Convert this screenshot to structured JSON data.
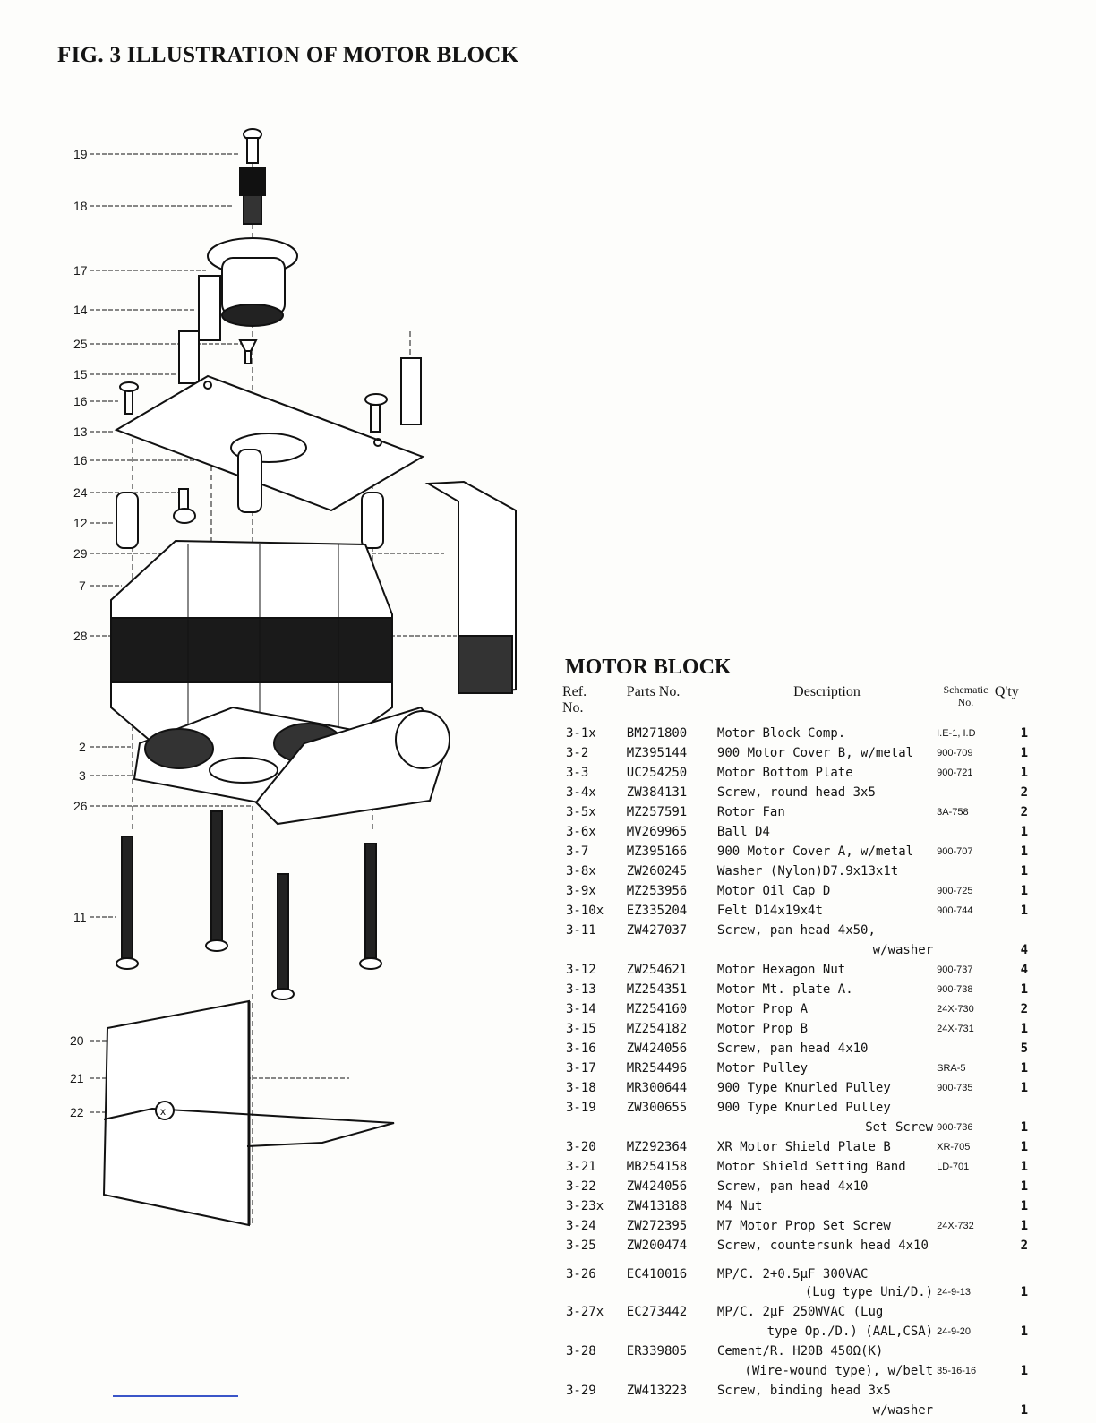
{
  "figure_title": "FIG. 3   ILLUSTRATION OF MOTOR BLOCK",
  "callouts": [
    "19",
    "18",
    "17",
    "14",
    "25",
    "15",
    "16",
    "13",
    "16",
    "24",
    "12",
    "29",
    "7",
    "28",
    "2",
    "3",
    "26",
    "11",
    "20",
    "21",
    "22"
  ],
  "parts_list": {
    "title": "MOTOR BLOCK",
    "headers": {
      "ref": "Ref.\nNo.",
      "parts_no": "Parts No.",
      "description": "Description",
      "schematic": "Schematic\nNo.",
      "qty": "Q'ty"
    },
    "rows": [
      {
        "ref": "3-1x",
        "parts_no": "BM271800",
        "description": "Motor Block Comp.",
        "schematic": "I.E-1, I.D",
        "qty": "1"
      },
      {
        "ref": "3-2",
        "parts_no": "MZ395144",
        "description": "900 Motor Cover B, w/metal",
        "schematic": "900-709",
        "qty": "1"
      },
      {
        "ref": "3-3",
        "parts_no": "UC254250",
        "description": "Motor Bottom Plate",
        "schematic": "900-721",
        "qty": "1"
      },
      {
        "ref": "3-4x",
        "parts_no": "ZW384131",
        "description": "Screw, round head 3x5",
        "schematic": "",
        "qty": "2"
      },
      {
        "ref": "3-5x",
        "parts_no": "MZ257591",
        "description": "Rotor Fan",
        "schematic": "3A-758",
        "qty": "2"
      },
      {
        "ref": "3-6x",
        "parts_no": "MV269965",
        "description": "Ball D4",
        "schematic": "",
        "qty": "1"
      },
      {
        "ref": "3-7",
        "parts_no": "MZ395166",
        "description": "900 Motor Cover A, w/metal",
        "schematic": "900-707",
        "qty": "1"
      },
      {
        "ref": "3-8x",
        "parts_no": "ZW260245",
        "description": "Washer (Nylon)D7.9x13x1t",
        "schematic": "",
        "qty": "1"
      },
      {
        "ref": "3-9x",
        "parts_no": "MZ253956",
        "description": "Motor Oil Cap D",
        "schematic": "900-725",
        "qty": "1"
      },
      {
        "ref": "3-10x",
        "parts_no": "EZ335204",
        "description": "Felt D14x19x4t",
        "schematic": "900-744",
        "qty": "1"
      },
      {
        "ref": "3-11",
        "parts_no": "ZW427037",
        "description": "Screw, pan head 4x50,",
        "schematic": "",
        "qty": "",
        "cont": "w/washer",
        "cont_schematic": "",
        "cont_qty": "4"
      },
      {
        "ref": "3-12",
        "parts_no": "ZW254621",
        "description": "Motor Hexagon Nut",
        "schematic": "900-737",
        "qty": "4"
      },
      {
        "ref": "3-13",
        "parts_no": "MZ254351",
        "description": "Motor Mt. plate A.",
        "schematic": "900-738",
        "qty": "1"
      },
      {
        "ref": "3-14",
        "parts_no": "MZ254160",
        "description": "Motor Prop A",
        "schematic": "24X-730",
        "qty": "2"
      },
      {
        "ref": "3-15",
        "parts_no": "MZ254182",
        "description": "Motor Prop B",
        "schematic": "24X-731",
        "qty": "1"
      },
      {
        "ref": "3-16",
        "parts_no": "ZW424056",
        "description": "Screw, pan head 4x10",
        "schematic": "",
        "qty": "5"
      },
      {
        "ref": "3-17",
        "parts_no": "MR254496",
        "description": "Motor Pulley",
        "schematic": "SRA-5",
        "qty": "1"
      },
      {
        "ref": "3-18",
        "parts_no": "MR300644",
        "description": "900 Type Knurled Pulley",
        "schematic": "900-735",
        "qty": "1"
      },
      {
        "ref": "3-19",
        "parts_no": "ZW300655",
        "description": "900 Type Knurled Pulley",
        "schematic": "",
        "qty": "",
        "cont": "Set Screw",
        "cont_schematic": "900-736",
        "cont_qty": "1"
      },
      {
        "ref": "3-20",
        "parts_no": "MZ292364",
        "description": "XR Motor Shield Plate B",
        "schematic": "XR-705",
        "qty": "1"
      },
      {
        "ref": "3-21",
        "parts_no": "MB254158",
        "description": "Motor Shield Setting Band",
        "schematic": "LD-701",
        "qty": "1"
      },
      {
        "ref": "3-22",
        "parts_no": "ZW424056",
        "description": "Screw, pan head 4x10",
        "schematic": "",
        "qty": "1"
      },
      {
        "ref": "3-23x",
        "parts_no": "ZW413188",
        "description": "M4 Nut",
        "schematic": "",
        "qty": "1"
      },
      {
        "ref": "3-24",
        "parts_no": "ZW272395",
        "description": "M7 Motor Prop Set Screw",
        "schematic": "24X-732",
        "qty": "1"
      },
      {
        "ref": "3-25",
        "parts_no": "ZW200474",
        "description": "Screw, countersunk head 4x10",
        "schematic": "",
        "qty": "2"
      },
      {
        "ref": "3-26",
        "parts_no": "EC410016",
        "description": "MP/C. 2+0.5μF 300VAC",
        "schematic": "",
        "qty": "",
        "cont": "(Lug type Uni/D.)",
        "cont_schematic": "24-9-13",
        "cont_qty": "1",
        "gap": true
      },
      {
        "ref": "3-27x",
        "parts_no": "EC273442",
        "description": "MP/C. 2μF 250WVAC (Lug",
        "schematic": "",
        "qty": "",
        "cont": "type Op./D.) (AAL,CSA)",
        "cont_schematic": "24-9-20",
        "cont_qty": "1"
      },
      {
        "ref": "3-28",
        "parts_no": "ER339805",
        "description": "Cement/R. H20B 450Ω(K)",
        "schematic": "",
        "qty": "",
        "cont": "(Wire-wound type), w/belt",
        "cont_schematic": "35-16-16",
        "cont_qty": "1"
      },
      {
        "ref": "3-29",
        "parts_no": "ZW413223",
        "description": "Screw, binding head 3x5",
        "schematic": "",
        "qty": "",
        "cont": "w/washer",
        "cont_schematic": "",
        "cont_qty": "1"
      }
    ]
  }
}
